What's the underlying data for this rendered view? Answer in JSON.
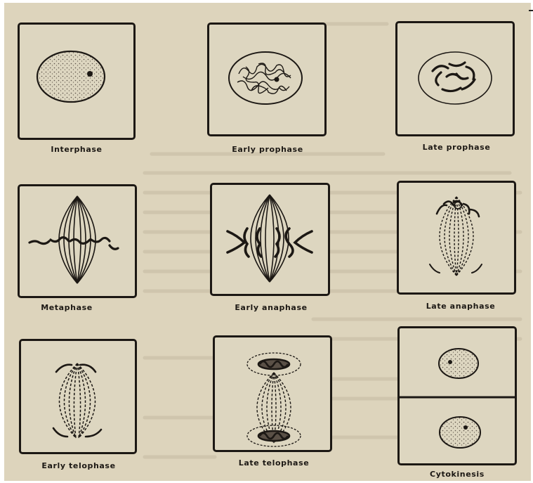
{
  "stages": [
    {
      "id": "interphase",
      "label": "Interphase"
    },
    {
      "id": "early-prophase",
      "label": "Early prophase"
    },
    {
      "id": "late-prophase",
      "label": "Late prophase"
    },
    {
      "id": "metaphase",
      "label": "Metaphase"
    },
    {
      "id": "early-anaphase",
      "label": "Early anaphase"
    },
    {
      "id": "late-anaphase",
      "label": "Late anaphase"
    },
    {
      "id": "early-telophase",
      "label": "Early telophase"
    },
    {
      "id": "late-telophase",
      "label": "Late telophase"
    },
    {
      "id": "cytokinesis",
      "label": "Cytokinesis"
    }
  ],
  "colors": {
    "paper": "#ddd4bc",
    "ink": "#1c1814",
    "stipple": "#5a5046"
  }
}
